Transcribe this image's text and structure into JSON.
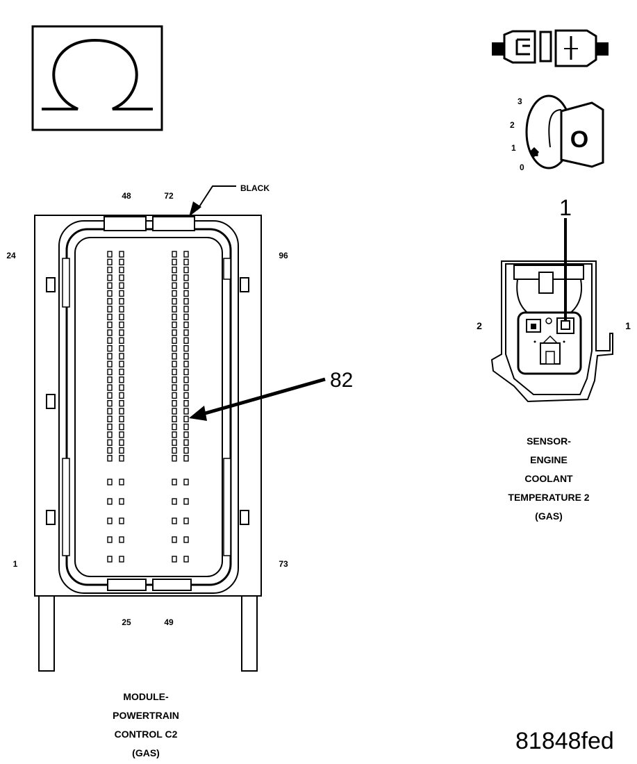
{
  "meter_icon": {
    "name": "ohm-icon",
    "symbol": "Ω"
  },
  "ignition_icon": {
    "name": "ignition-key-icon",
    "key_letter": "O",
    "positions": [
      "3",
      "2",
      "1",
      "0"
    ]
  },
  "disconnect_icon": {
    "name": "connector-disconnect-icon"
  },
  "pcm_connector": {
    "color_label": "BLACK",
    "pin_labels": {
      "top_left": "48",
      "top_right": "72",
      "upper_left": "24",
      "upper_right": "96",
      "lower_left": "1",
      "lower_right": "73",
      "bottom_left": "25",
      "bottom_right": "49"
    },
    "callout": "82",
    "caption_lines": [
      "MODULE-",
      "POWERTRAIN",
      "CONTROL C2",
      "(GAS)"
    ]
  },
  "sensor_connector": {
    "callout": "1",
    "pin_left": "2",
    "pin_right": "1",
    "caption_lines": [
      "SENSOR-",
      "ENGINE",
      "COOLANT",
      "TEMPERATURE 2",
      "(GAS)"
    ]
  },
  "figure_id": "81848fed"
}
